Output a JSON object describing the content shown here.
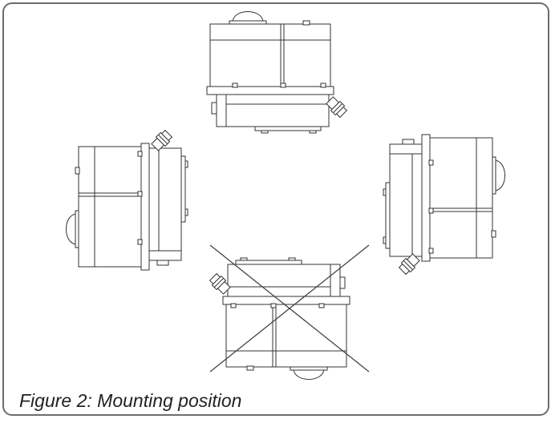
{
  "figure": {
    "caption": "Figure 2: Mounting position"
  },
  "orientations": [
    {
      "id": "top",
      "allowed": true
    },
    {
      "id": "left",
      "allowed": true
    },
    {
      "id": "right",
      "allowed": true
    },
    {
      "id": "bottom",
      "allowed": false
    }
  ]
}
